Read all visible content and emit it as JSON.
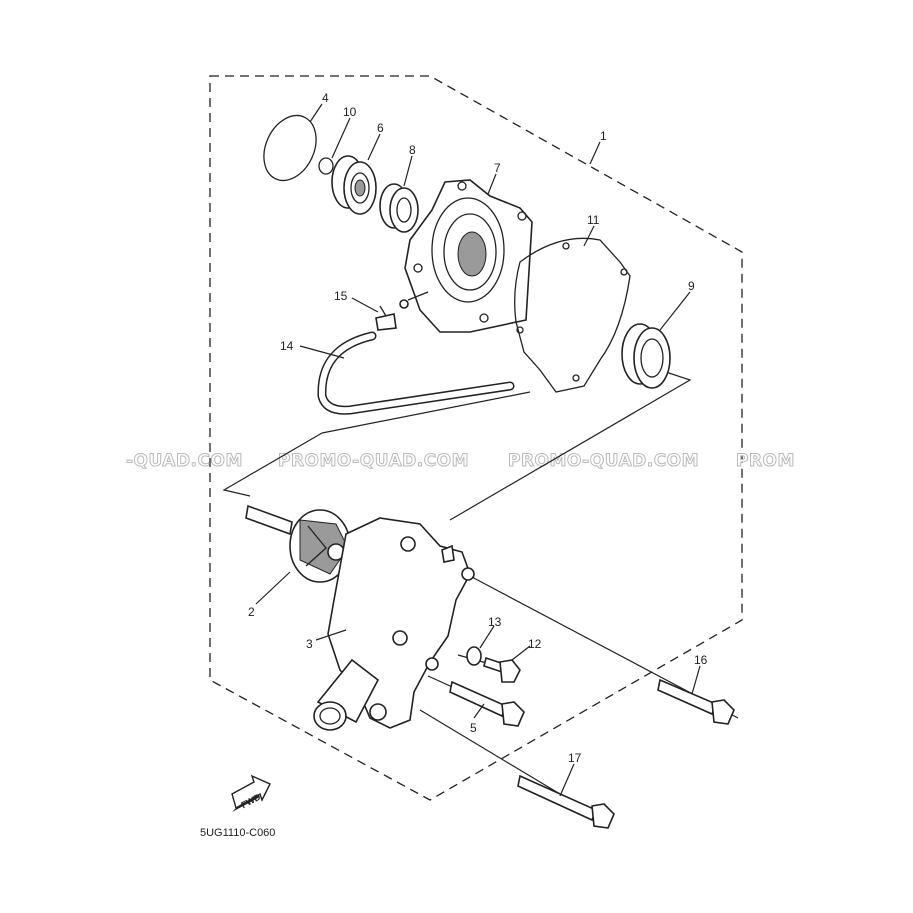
{
  "diagram": {
    "code": "5UG1110-C060",
    "fwd": "FWD",
    "watermarks": [
      "-QUAD.COM",
      "PROMO-QUAD.COM",
      "PROMO-QUAD.COM",
      "PROM"
    ],
    "callouts": [
      "1",
      "2",
      "3",
      "4",
      "5",
      "6",
      "7",
      "8",
      "9",
      "10",
      "11",
      "12",
      "13",
      "14",
      "15",
      "16",
      "17"
    ]
  }
}
